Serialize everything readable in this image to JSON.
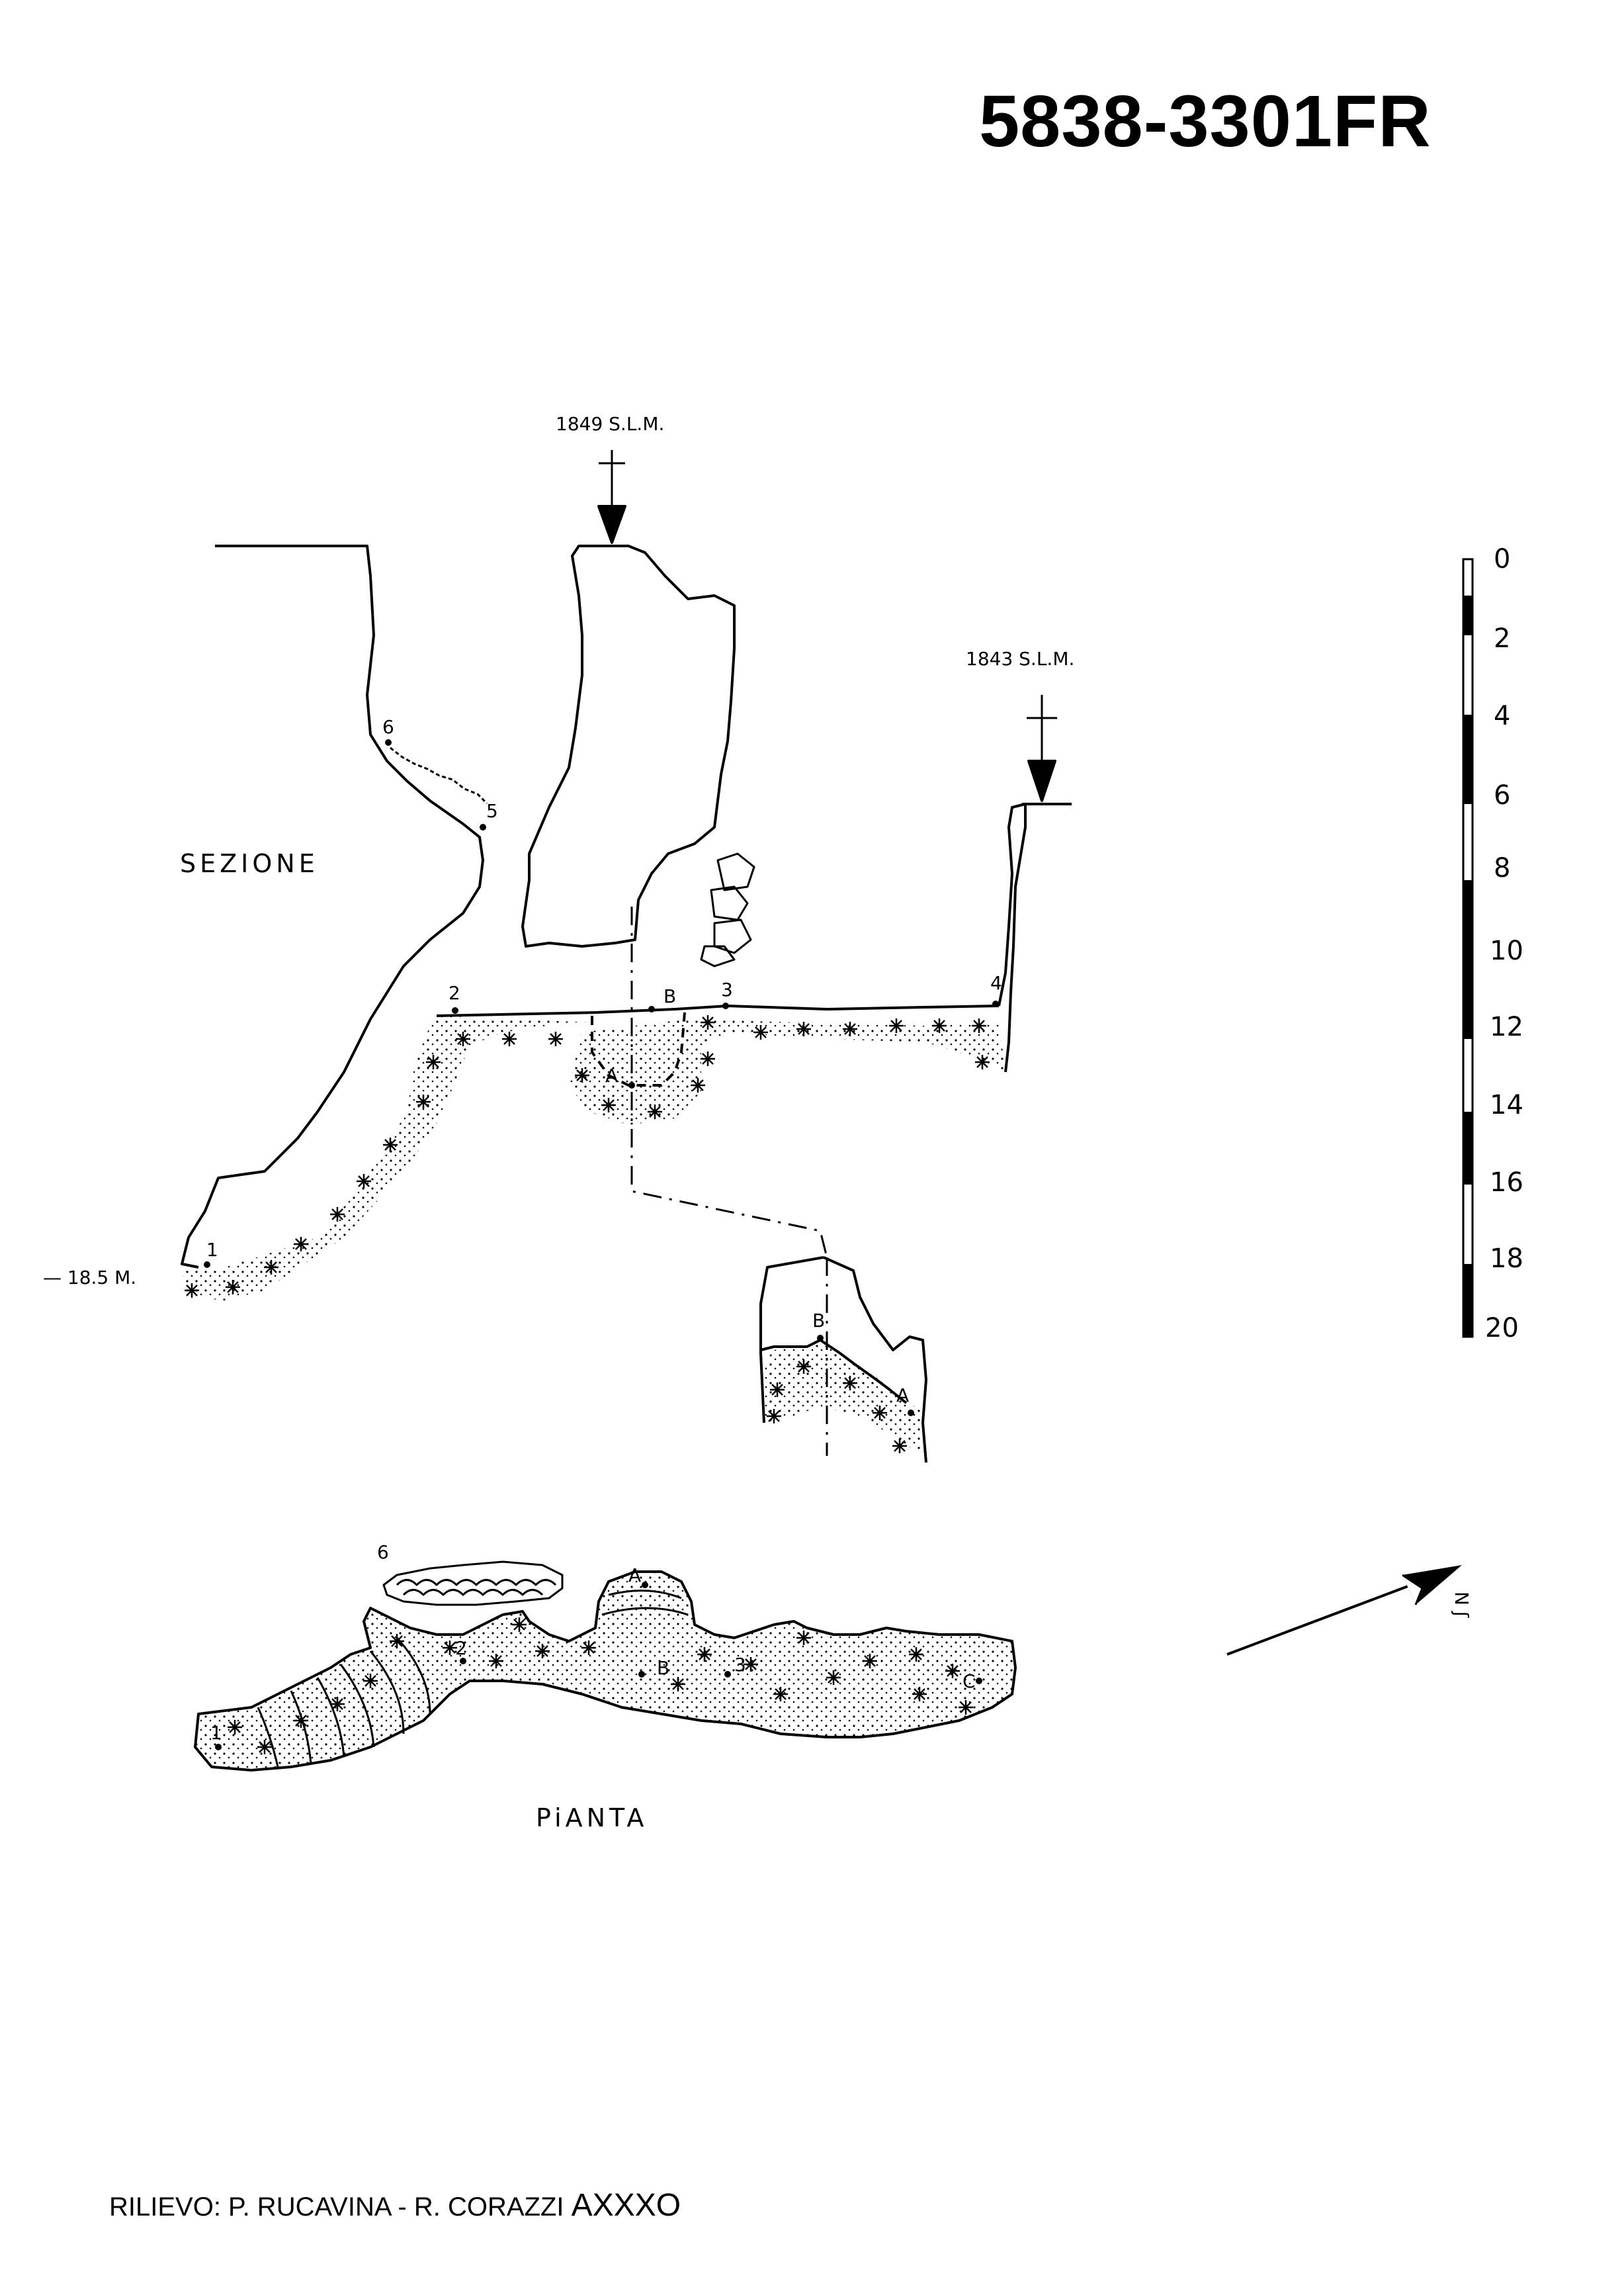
{
  "header": {
    "cave_number": "5838-3301FR"
  },
  "section": {
    "label": "SEZIONE",
    "entrance1_elev": "1849 S.L.M.",
    "entrance2_elev": "1843 S.L.M.",
    "depth": "— 18.5 M.",
    "stations": [
      "1",
      "2",
      "3",
      "4",
      "5",
      "6"
    ],
    "cut_labels": [
      "A",
      "B"
    ]
  },
  "plan": {
    "label": "PiANTA",
    "stations": [
      "1",
      "2",
      "3",
      "6",
      "A",
      "B",
      "C"
    ]
  },
  "north_arrow": {
    "label": "N ʃ"
  },
  "scale_bar": {
    "ticks": [
      "0",
      "2",
      "4",
      "6",
      "8",
      "10",
      "12",
      "14",
      "16",
      "18",
      "20"
    ]
  },
  "footer": {
    "credits": "RILIEVO: P. RUCAVINA - R. CORAZZI",
    "code": "AXXXO"
  }
}
